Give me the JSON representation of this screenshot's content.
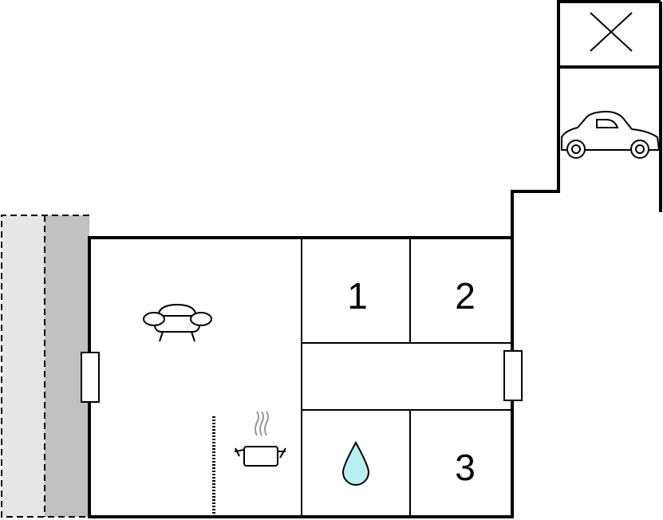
{
  "floorplan": {
    "rooms": [
      {
        "id": "living",
        "icons": [
          "sofa-icon",
          "kitchen-pot-icon"
        ]
      },
      {
        "id": "bedroom-1",
        "label": "1"
      },
      {
        "id": "bedroom-2",
        "label": "2"
      },
      {
        "id": "hallway"
      },
      {
        "id": "bathroom",
        "icons": [
          "water-drop-icon"
        ]
      },
      {
        "id": "bedroom-3",
        "label": "3"
      },
      {
        "id": "garage",
        "icons": [
          "car-icon"
        ]
      },
      {
        "id": "storage",
        "icons": [
          "x-mark-icon"
        ]
      }
    ],
    "colors": {
      "wall": "#000000",
      "terrace": "#e6e6e6",
      "terrace_dark": "#c0c0c0",
      "water": "#b9eef2"
    }
  }
}
